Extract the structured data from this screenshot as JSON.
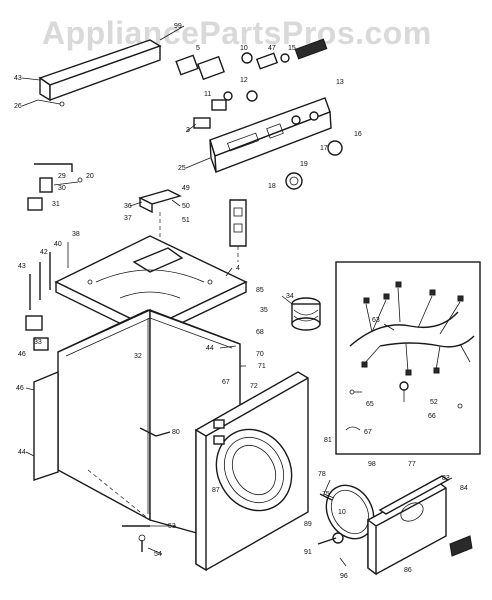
{
  "watermark": "AppliancePartsPros.com",
  "callouts": [
    {
      "id": "c43a",
      "text": "43"
    },
    {
      "id": "c26",
      "text": "26"
    },
    {
      "id": "c99",
      "text": "99"
    },
    {
      "id": "c5",
      "text": "5"
    },
    {
      "id": "c10a",
      "text": "10"
    },
    {
      "id": "c47",
      "text": "47"
    },
    {
      "id": "c15",
      "text": "15"
    },
    {
      "id": "c13",
      "text": "13"
    },
    {
      "id": "c12",
      "text": "12"
    },
    {
      "id": "c11",
      "text": "11"
    },
    {
      "id": "c3",
      "text": "3"
    },
    {
      "id": "c18",
      "text": "18"
    },
    {
      "id": "c17",
      "text": "17"
    },
    {
      "id": "c16",
      "text": "16"
    },
    {
      "id": "c19",
      "text": "19"
    },
    {
      "id": "c25",
      "text": "25"
    },
    {
      "id": "c20",
      "text": "20"
    },
    {
      "id": "c30",
      "text": "30"
    },
    {
      "id": "c29",
      "text": "29"
    },
    {
      "id": "c31",
      "text": "31"
    },
    {
      "id": "c49",
      "text": "49"
    },
    {
      "id": "c36",
      "text": "36"
    },
    {
      "id": "c37",
      "text": "37"
    },
    {
      "id": "c50",
      "text": "50"
    },
    {
      "id": "c51",
      "text": "51"
    },
    {
      "id": "c38",
      "text": "38"
    },
    {
      "id": "c40",
      "text": "40"
    },
    {
      "id": "c42",
      "text": "42"
    },
    {
      "id": "c43b",
      "text": "43"
    },
    {
      "id": "c4",
      "text": "4"
    },
    {
      "id": "c85",
      "text": "85"
    },
    {
      "id": "c35",
      "text": "35"
    },
    {
      "id": "c34",
      "text": "34"
    },
    {
      "id": "c46a",
      "text": "46"
    },
    {
      "id": "c32",
      "text": "32"
    },
    {
      "id": "c33",
      "text": "33"
    },
    {
      "id": "c68",
      "text": "68"
    },
    {
      "id": "c44a",
      "text": "44"
    },
    {
      "id": "c70",
      "text": "70"
    },
    {
      "id": "c71",
      "text": "71"
    },
    {
      "id": "c46b",
      "text": "46"
    },
    {
      "id": "c72",
      "text": "72"
    },
    {
      "id": "c67a",
      "text": "67"
    },
    {
      "id": "c80",
      "text": "80"
    },
    {
      "id": "c44b",
      "text": "44"
    },
    {
      "id": "c87",
      "text": "87"
    },
    {
      "id": "c63",
      "text": "63"
    },
    {
      "id": "c65",
      "text": "65"
    },
    {
      "id": "c52",
      "text": "52"
    },
    {
      "id": "c66",
      "text": "66"
    },
    {
      "id": "c67b",
      "text": "67"
    },
    {
      "id": "c81",
      "text": "81"
    },
    {
      "id": "c78",
      "text": "78"
    },
    {
      "id": "c98",
      "text": "98"
    },
    {
      "id": "c77",
      "text": "77"
    },
    {
      "id": "c83",
      "text": "83"
    },
    {
      "id": "c84",
      "text": "84"
    },
    {
      "id": "c75",
      "text": "75"
    },
    {
      "id": "c10b",
      "text": "10"
    },
    {
      "id": "c89",
      "text": "89"
    },
    {
      "id": "c91",
      "text": "91"
    },
    {
      "id": "c53",
      "text": "53"
    },
    {
      "id": "c54",
      "text": "54"
    },
    {
      "id": "c96",
      "text": "96"
    },
    {
      "id": "c86",
      "text": "86"
    }
  ]
}
